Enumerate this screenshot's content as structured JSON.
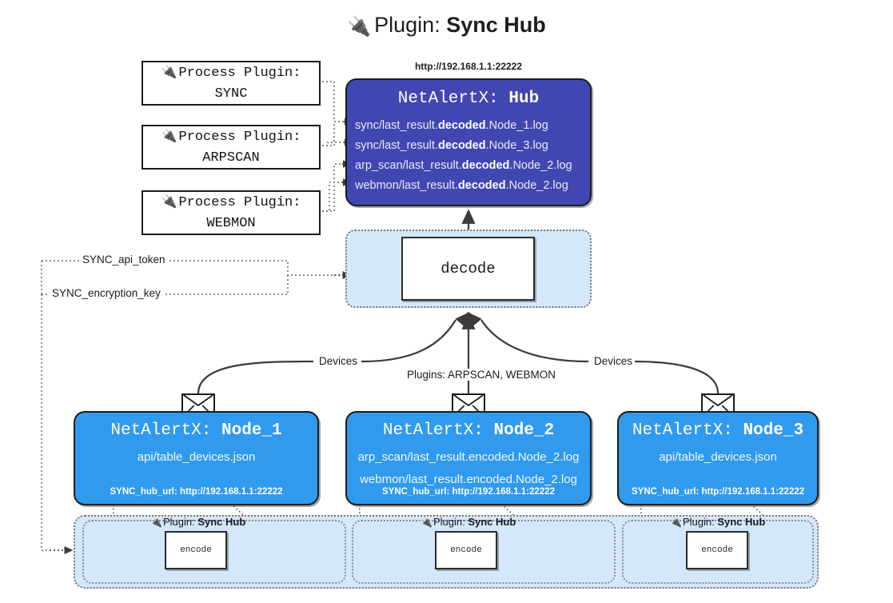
{
  "title": {
    "icon": "plug-icon",
    "prefix": "Plugin:",
    "name": "Sync Hub"
  },
  "process_plugins": [
    {
      "icon": "plug-icon",
      "line1": "Process Plugin:",
      "line2": "SYNC"
    },
    {
      "icon": "plug-icon",
      "line1": "Process Plugin:",
      "line2": "ARPSCAN"
    },
    {
      "icon": "plug-icon",
      "line1": "Process Plugin:",
      "line2": "WEBMON"
    }
  ],
  "hub": {
    "url": "http://192.168.1.1:22222",
    "title_prefix": "NetAlertX:",
    "title_name": "Hub",
    "logs": [
      {
        "pre": "sync/last_result.",
        "strong": "decoded",
        "post": ".Node_1.log"
      },
      {
        "pre": "sync/last_result.",
        "strong": "decoded",
        "post": ".Node_3.log"
      },
      {
        "pre": "arp_scan/last_result.",
        "strong": "decoded",
        "post": ".Node_2.log"
      },
      {
        "pre": "webmon/last_result.",
        "strong": "decoded",
        "post": ".Node_2.log"
      }
    ]
  },
  "decode": {
    "label": "decode"
  },
  "settings_edges": [
    {
      "label": "SYNC_api_token"
    },
    {
      "label": "SYNC_encryption_key"
    }
  ],
  "flow_labels": {
    "left_devices": "Devices",
    "center_plugins": "Plugins: ARPSCAN, WEBMON",
    "right_devices": "Devices"
  },
  "nodes": [
    {
      "title_prefix": "NetAlertX:",
      "title_name": "Node_1",
      "lines": [
        "api/table_devices.json"
      ],
      "footer": "SYNC_hub_url: http://192.168.1.1:22222",
      "envelope_icon": "envelope-icon"
    },
    {
      "title_prefix": "NetAlertX:",
      "title_name": "Node_2",
      "lines": [
        "arp_scan/last_result.encoded.Node_2.log",
        "webmon/last_result.encoded.Node_2.log"
      ],
      "footer": "SYNC_hub_url: http://192.168.1.1:22222",
      "envelope_icon": "envelope-icon"
    },
    {
      "title_prefix": "NetAlertX:",
      "title_name": "Node_3",
      "lines": [
        "api/table_devices.json"
      ],
      "footer": "SYNC_hub_url: http://192.168.1.1:22222",
      "envelope_icon": "envelope-icon"
    }
  ],
  "encoders": [
    {
      "icon": "plug-icon",
      "prefix": "Plugin:",
      "name": "Sync Hub",
      "box": "encode"
    },
    {
      "icon": "plug-icon",
      "prefix": "Plugin:",
      "name": "Sync Hub",
      "box": "encode"
    },
    {
      "icon": "plug-icon",
      "prefix": "Plugin:",
      "name": "Sync Hub",
      "box": "encode"
    }
  ],
  "colors": {
    "hub": "#4147b0",
    "node": "#2f9aee",
    "container": "#d4e8fb",
    "stroke": "#1c1c1c",
    "text_dark": "#1b1b1b"
  }
}
